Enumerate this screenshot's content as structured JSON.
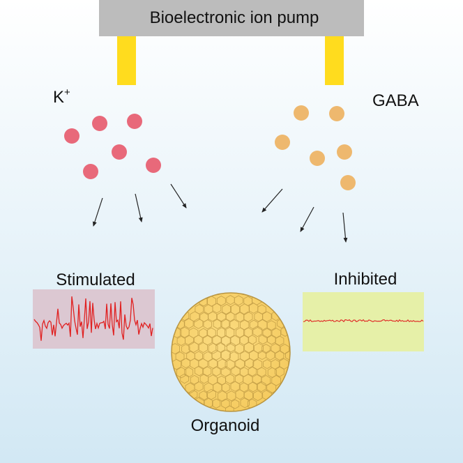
{
  "pump": {
    "label": "Bioelectronic ion pump"
  },
  "ions": {
    "left_label": "K",
    "left_superscript": "+",
    "right_label": "GABA"
  },
  "traces": {
    "left_label": "Stimulated",
    "right_label": "Inhibited"
  },
  "organoid": {
    "label": "Organoid"
  },
  "colors": {
    "background_top": "#ffffff",
    "background_bottom": "#d2e8f4",
    "pump_bar": "#bcbcbc",
    "electrode": "#ffdc1e",
    "potassium_ion": "#e8697a",
    "gaba_molecule": "#eeb86e",
    "stimulated_panel": "#dcc8d2",
    "inhibited_panel": "#e6f0a8",
    "trace_line": "#e02020",
    "organoid_fill": "#f5cb5f",
    "organoid_edge": "#b89440"
  }
}
